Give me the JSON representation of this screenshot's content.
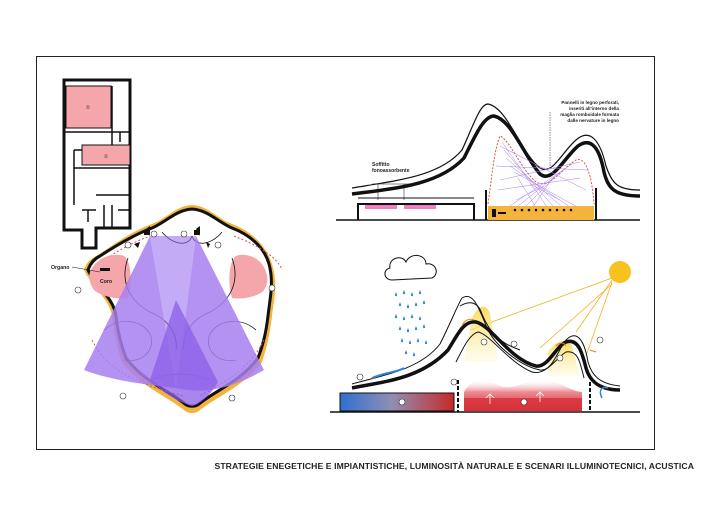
{
  "caption": "STRATEGIE ENEGETICHE E IMPIANTISTICHE, LUMINOSITÀ NATURALE E SCENARI ILLUMINOTECNICI, ACUSTICA",
  "plan": {
    "label_organo": "Organo",
    "label_coro": "Coro",
    "room_number": "①",
    "markers": [
      "①",
      "②",
      "③",
      "④",
      "⑤",
      "⑥",
      "⑦"
    ]
  },
  "acoustic_section": {
    "label_soffitto_line1": "Soffitto",
    "label_soffitto_line2": "fonoassorbente",
    "label_pannelli": [
      "Pannelli in legno perforati,",
      "inseriti all'interno della",
      "maglia romboidale formata",
      "dalle nervature in legno"
    ]
  },
  "energy_section": {
    "markers": [
      "①",
      "②",
      "③",
      "④",
      "⑤",
      "⑥",
      "⑦",
      "⑧"
    ]
  },
  "colors": {
    "purple": "#a77ff0",
    "pink_room": "#f4a6ab",
    "orange_band": "#f3b33c",
    "sun": "#f7c11e",
    "blue_rain": "#2f87d6",
    "red_heat": "#d8323c"
  }
}
